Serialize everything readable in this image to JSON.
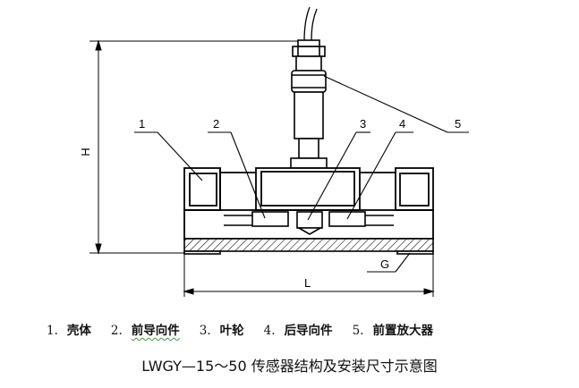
{
  "diagram": {
    "dimension_labels": {
      "height": "H",
      "length": "L",
      "thread": "G"
    },
    "callouts": [
      "1",
      "2",
      "3",
      "4",
      "5"
    ]
  },
  "legend": [
    {
      "number": "1.",
      "name": "壳体"
    },
    {
      "number": "2.",
      "name": "前导向件"
    },
    {
      "number": "3.",
      "name": "叶轮"
    },
    {
      "number": "4.",
      "name": "后导向件"
    },
    {
      "number": "5.",
      "name": "前置放大器"
    }
  ],
  "caption": "LWGY—15～50 传感器结构及安装尺寸示意图"
}
